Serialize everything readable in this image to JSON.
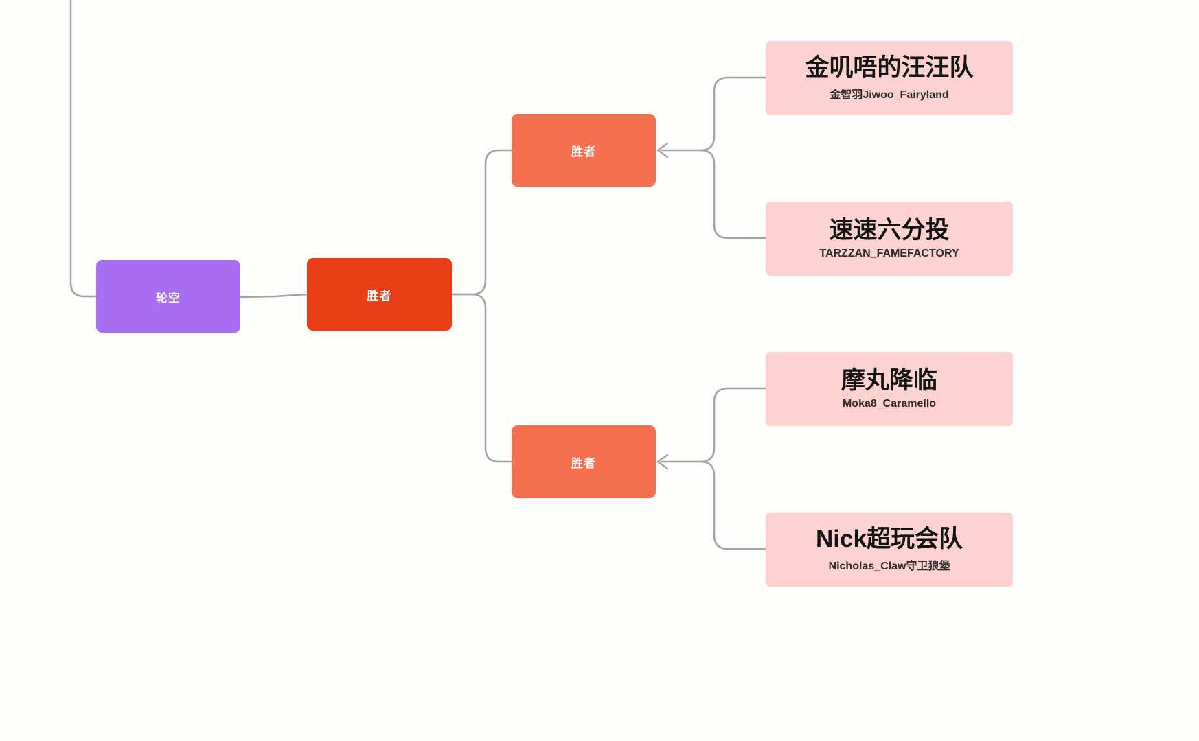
{
  "diagram": {
    "type": "tournament-bracket",
    "bye_box": {
      "label": "轮空"
    },
    "final_winner_box": {
      "label": "胜者"
    },
    "semifinal_top_box": {
      "label": "胜者"
    },
    "semifinal_bottom_box": {
      "label": "胜者"
    },
    "teams": [
      {
        "name": "金叽唔的汪汪队",
        "subtitle": "金智羽Jiwoo_Fairyland"
      },
      {
        "name": "速速六分投",
        "subtitle": "TARZZAN_FAMEFACTORY"
      },
      {
        "name": "摩丸降临",
        "subtitle": "Moka8_Caramello"
      },
      {
        "name": "Nick超玩会队",
        "subtitle": "Nicholas_Claw守卫狼堡"
      }
    ],
    "colors": {
      "bye_box": "#a86df3",
      "final_winner_box": "#e83d17",
      "semifinal_box": "#f4704f",
      "team_card": "#fbd2cf",
      "connector": "#a3a3a3",
      "background": "#fdfdfc"
    }
  }
}
